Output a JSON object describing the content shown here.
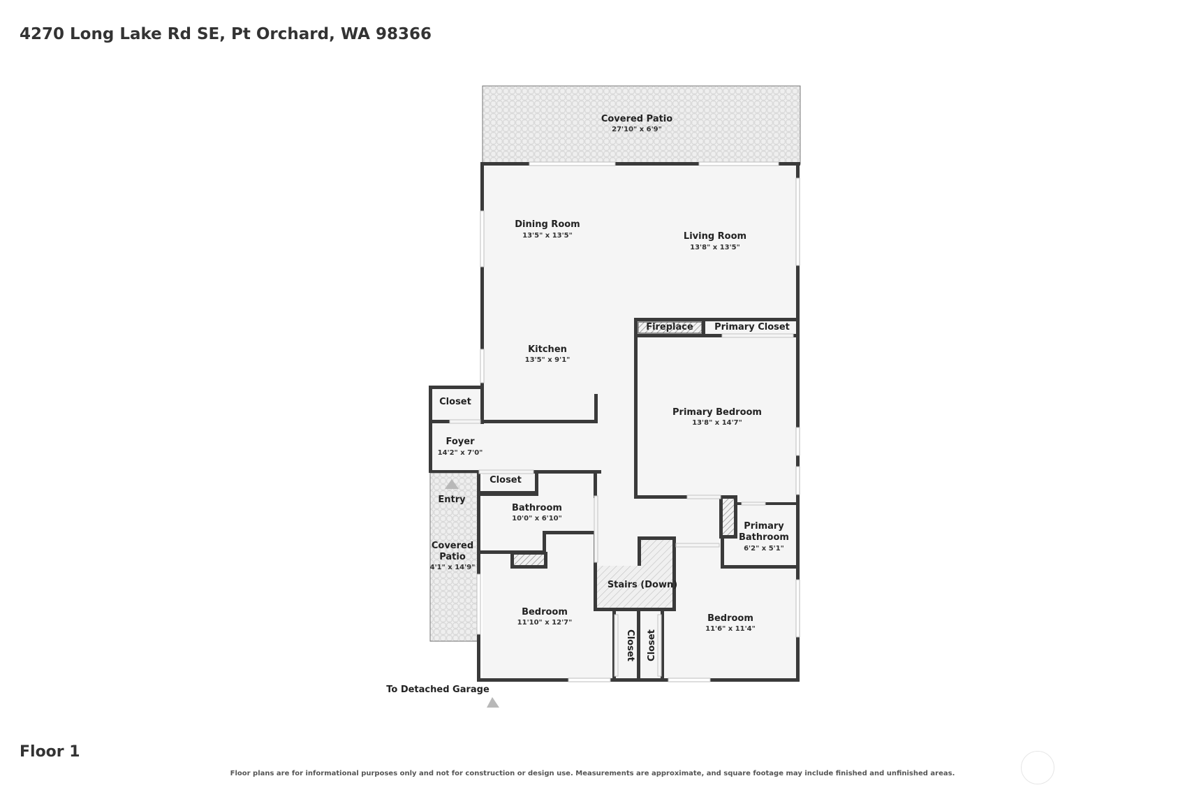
{
  "address": "4270 Long Lake Rd SE, Pt Orchard, WA 98366",
  "floor": "Floor 1",
  "disclaimer": "Floor plans are for informational purposes only and not for construction or design use. Measurements are approximate, and square footage may include finished and unfinished areas.",
  "rooms": {
    "covered_patio_top": {
      "name": "Covered Patio",
      "dims": "27'10\" x 6'9\""
    },
    "dining_room": {
      "name": "Dining Room",
      "dims": "13'5\" x 13'5\""
    },
    "living_room": {
      "name": "Living Room",
      "dims": "13'8\" x 13'5\""
    },
    "fireplace": {
      "name": "Fireplace"
    },
    "primary_closet": {
      "name": "Primary Closet"
    },
    "kitchen": {
      "name": "Kitchen",
      "dims": "13'5\" x 9'1\""
    },
    "foyer_closet": {
      "name": "Closet"
    },
    "foyer": {
      "name": "Foyer",
      "dims": "14'2\" x 7'0\""
    },
    "primary_bedroom": {
      "name": "Primary Bedroom",
      "dims": "13'8\" x 14'7\""
    },
    "hall_closet": {
      "name": "Closet"
    },
    "entry": {
      "name": "Entry"
    },
    "bathroom": {
      "name": "Bathroom",
      "dims": "10'0\" x 6'10\""
    },
    "primary_bathroom": {
      "name_line1": "Primary",
      "name_line2": "Bathroom",
      "dims": "6'2\" x 5'1\""
    },
    "covered_patio_side": {
      "name_line1": "Covered",
      "name_line2": "Patio",
      "dims": "4'1\" x 14'9\""
    },
    "stairs": {
      "name": "Stairs (Down)"
    },
    "bedroom_left": {
      "name": "Bedroom",
      "dims": "11'10\" x 12'7\""
    },
    "bedroom_right": {
      "name": "Bedroom",
      "dims": "11'6\" x 11'4\""
    },
    "closet_left": {
      "name": "Closet"
    },
    "closet_right": {
      "name": "Closet"
    }
  },
  "garage_label": "To Detached Garage",
  "colors": {
    "wall": "#3a3a3a",
    "floor": "#f5f5f5",
    "patio": "#eeeeee",
    "window": "#c8c8c8"
  }
}
